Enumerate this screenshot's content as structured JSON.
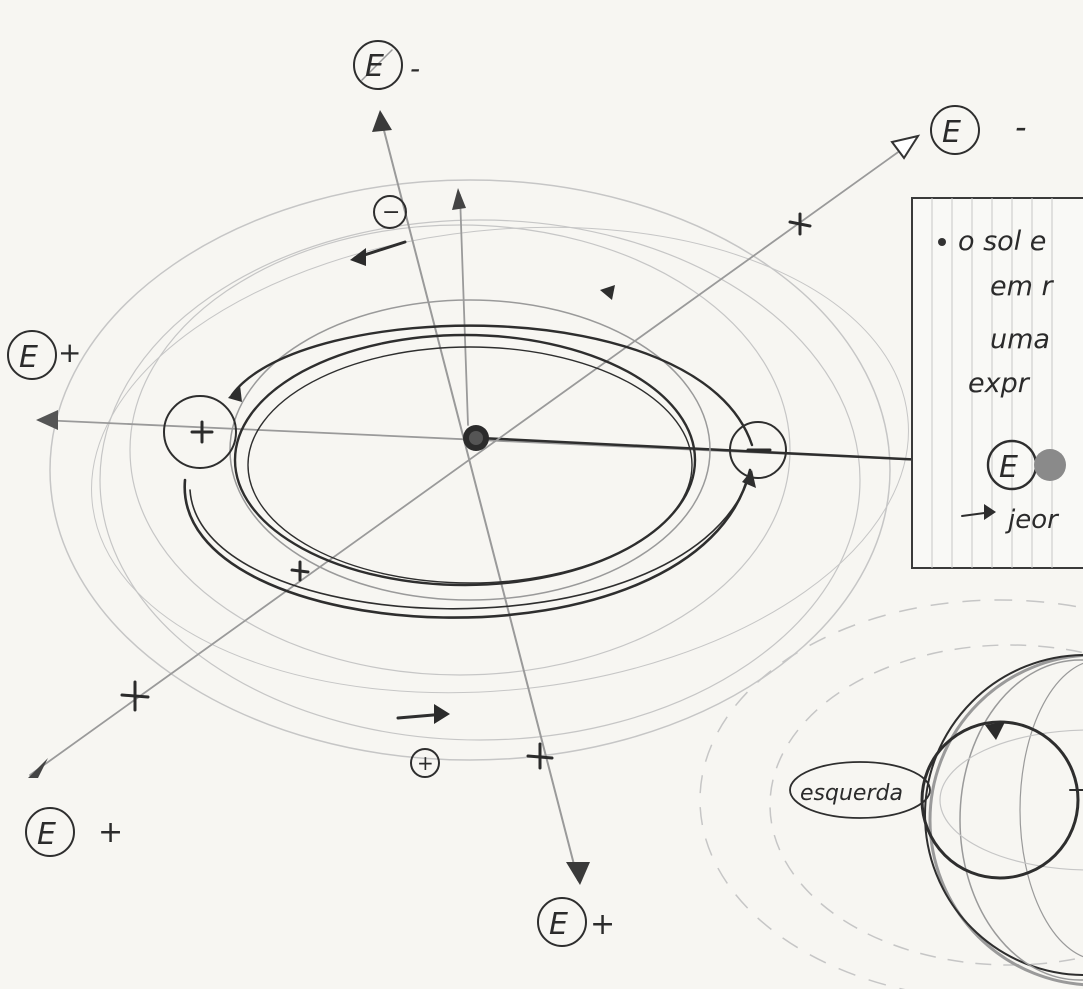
{
  "earth_symbol": "E",
  "labels": {
    "top_sign": "-",
    "top_right_sign": "-",
    "left_sign": "+",
    "bottom_left_sign": "+",
    "bottom_sign": "+",
    "minus_circle": "−",
    "plus_circle": "+",
    "esquerda": "esquerda"
  },
  "note_box": {
    "line1": "o sol e",
    "line2": "em r",
    "line3": "uma",
    "line4": "expr",
    "line6": "jeor"
  },
  "colors": {
    "ink": "#2e2e2e",
    "pencil": "#9a9a9a",
    "paper": "#f7f6f2"
  }
}
